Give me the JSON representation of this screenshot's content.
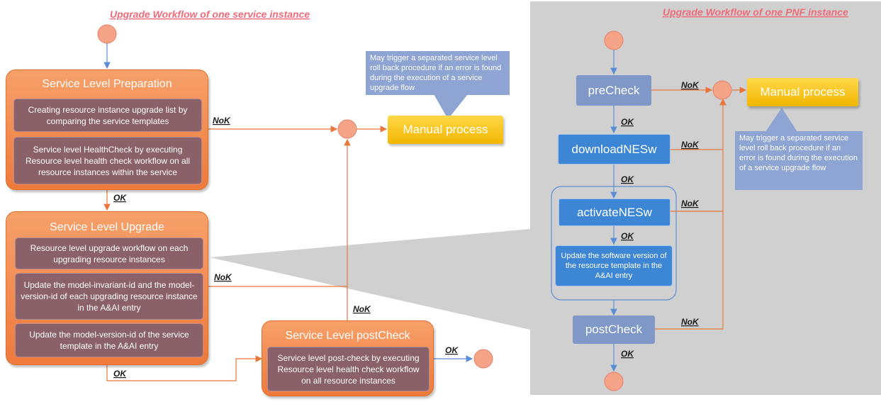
{
  "titles": {
    "service": "Upgrade Workflow of one service instance",
    "pnf": "Upgrade Workflow of one PNF instance"
  },
  "service": {
    "prep": {
      "title": "Service Level Preparation",
      "item1": "Creating resource instance upgrade list by comparing the service templates",
      "item2": "Service level HealthCheck by executing Resource level health check workflow on all resource instances within the service"
    },
    "upgrade": {
      "title": "Service Level Upgrade",
      "item1": "Resource level upgrade workflow on each upgrading resource instances",
      "item2": "Update the model-invariant-id  and the model-version-id  of each upgrading resource instance in the A&AI entry",
      "item3": "Update the model-version-id  of the service template in the A&AI entry"
    },
    "postcheck": {
      "title": "Service Level postCheck",
      "item1": "Service level post-check by executing Resource level health check workflow on all resource instances"
    },
    "manual": "Manual process",
    "note": "May trigger a separated service level roll back procedure if an error is found during the execution of a service upgrade flow"
  },
  "pnf": {
    "precheck": "preCheck",
    "download": "downloadNESw",
    "activate": "activateNESw",
    "update": "Update the software version of the resource template in the A&AI  entry",
    "postcheck": "postCheck",
    "manual": "Manual process",
    "note": "May trigger a separated service level roll back procedure if an error is found during the execution of a service upgrade flow"
  },
  "labels": {
    "ok": "OK",
    "nok": "NoK"
  },
  "colors": {
    "orange": "#ee7a3c",
    "inner": "#8a6169",
    "manual": "#f2b600",
    "note": "#8ea4d2",
    "step_grey": "#7f98c8",
    "step_blue": "#3d86d6",
    "panel": "#d0d0d0",
    "title_pink": "#f06b7a"
  }
}
